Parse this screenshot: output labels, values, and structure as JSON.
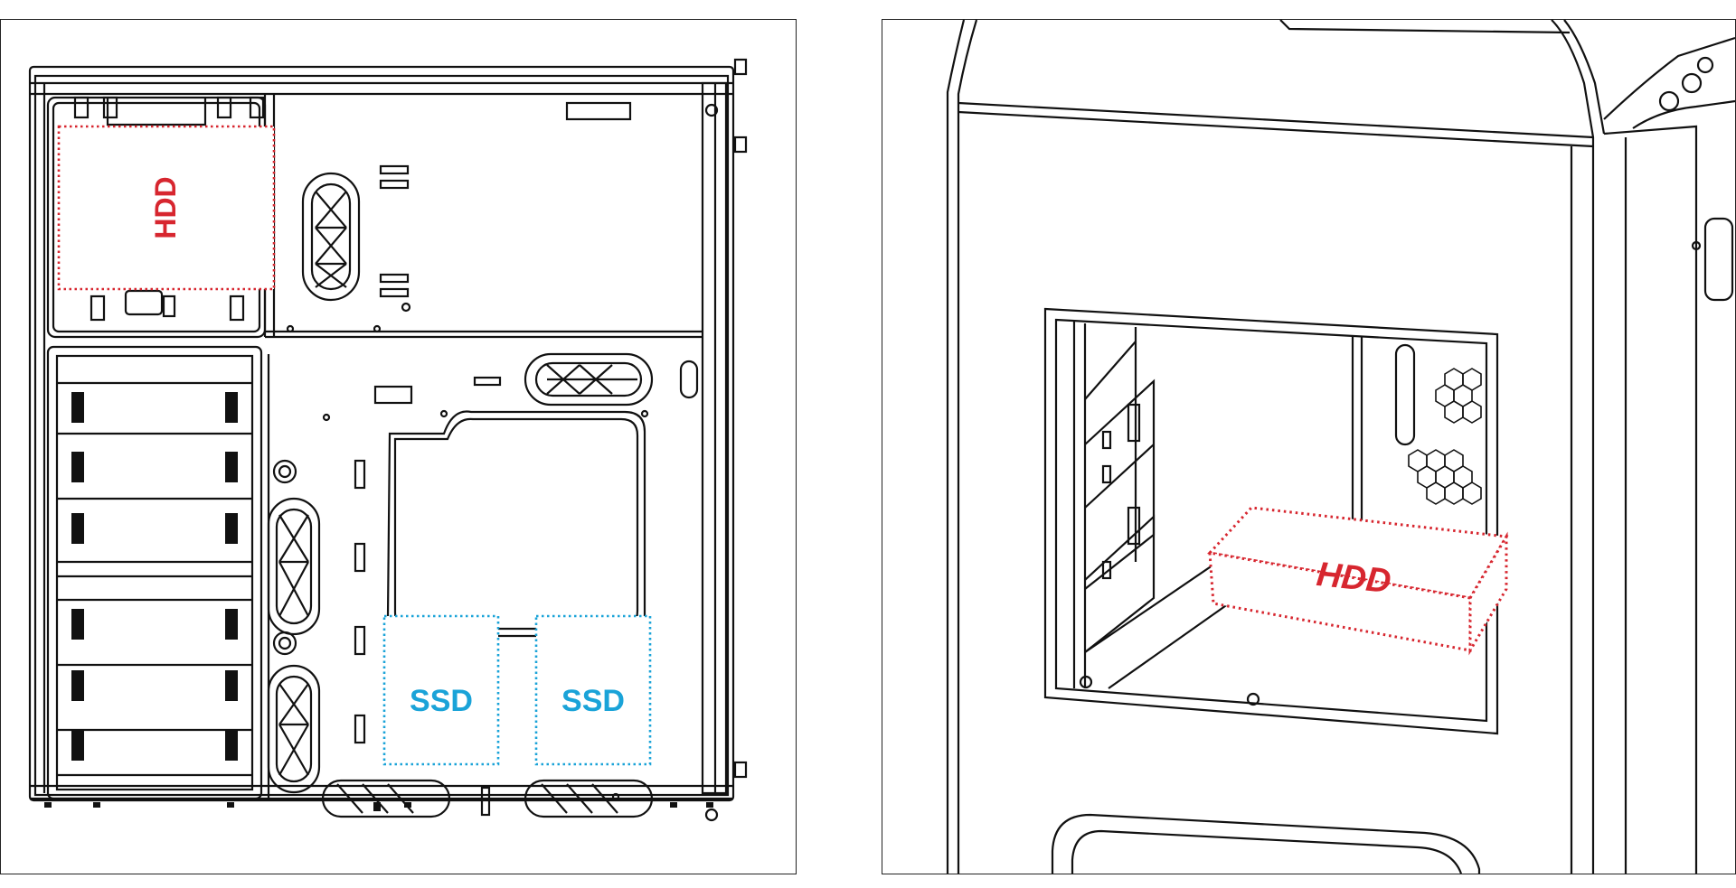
{
  "left_panel": {
    "hdd_label": "HDD",
    "ssd_labels": [
      "SSD",
      "SSD"
    ]
  },
  "right_panel": {
    "hdd_label": "HDD"
  },
  "colors": {
    "hdd": "#d7262f",
    "ssd": "#1aa3d8",
    "line": "#111111"
  }
}
